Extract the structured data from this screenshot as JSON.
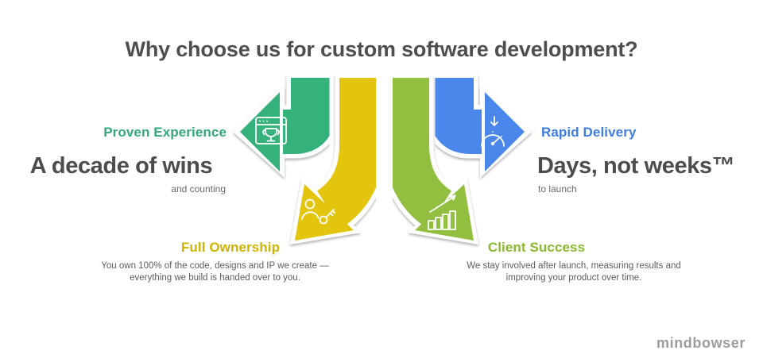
{
  "title": "Why choose us for custom software development?",
  "watermark": "mindbowser",
  "quadrants": {
    "proven": {
      "label": "Proven Experience",
      "headline": "A decade of wins",
      "subline": "and counting"
    },
    "rapid": {
      "label": "Rapid Delivery",
      "headline": "Days, not weeks™",
      "subline": "to launch"
    },
    "ownership": {
      "label": "Full Ownership",
      "body": "You own 100% of the code, designs and IP we create — everything we build is handed over to you."
    },
    "success": {
      "label": "Client Success",
      "body": "We stay involved after launch, measuring results and improving your product over time."
    }
  },
  "icons": {
    "proven": "browser-trophy-icon",
    "rapid": "speedometer-icon",
    "ownership": "person-key-icon",
    "success": "growth-chart-icon"
  },
  "colors": {
    "green": "#35b27b",
    "yellow": "#e4c50c",
    "lime": "#92bf3f",
    "blue": "#4b87ea",
    "label_green": "#33a97a",
    "label_blue": "#3f7de0",
    "label_yellow": "#cfb400",
    "label_lime": "#8ab930",
    "title": "#4e4e4e"
  }
}
